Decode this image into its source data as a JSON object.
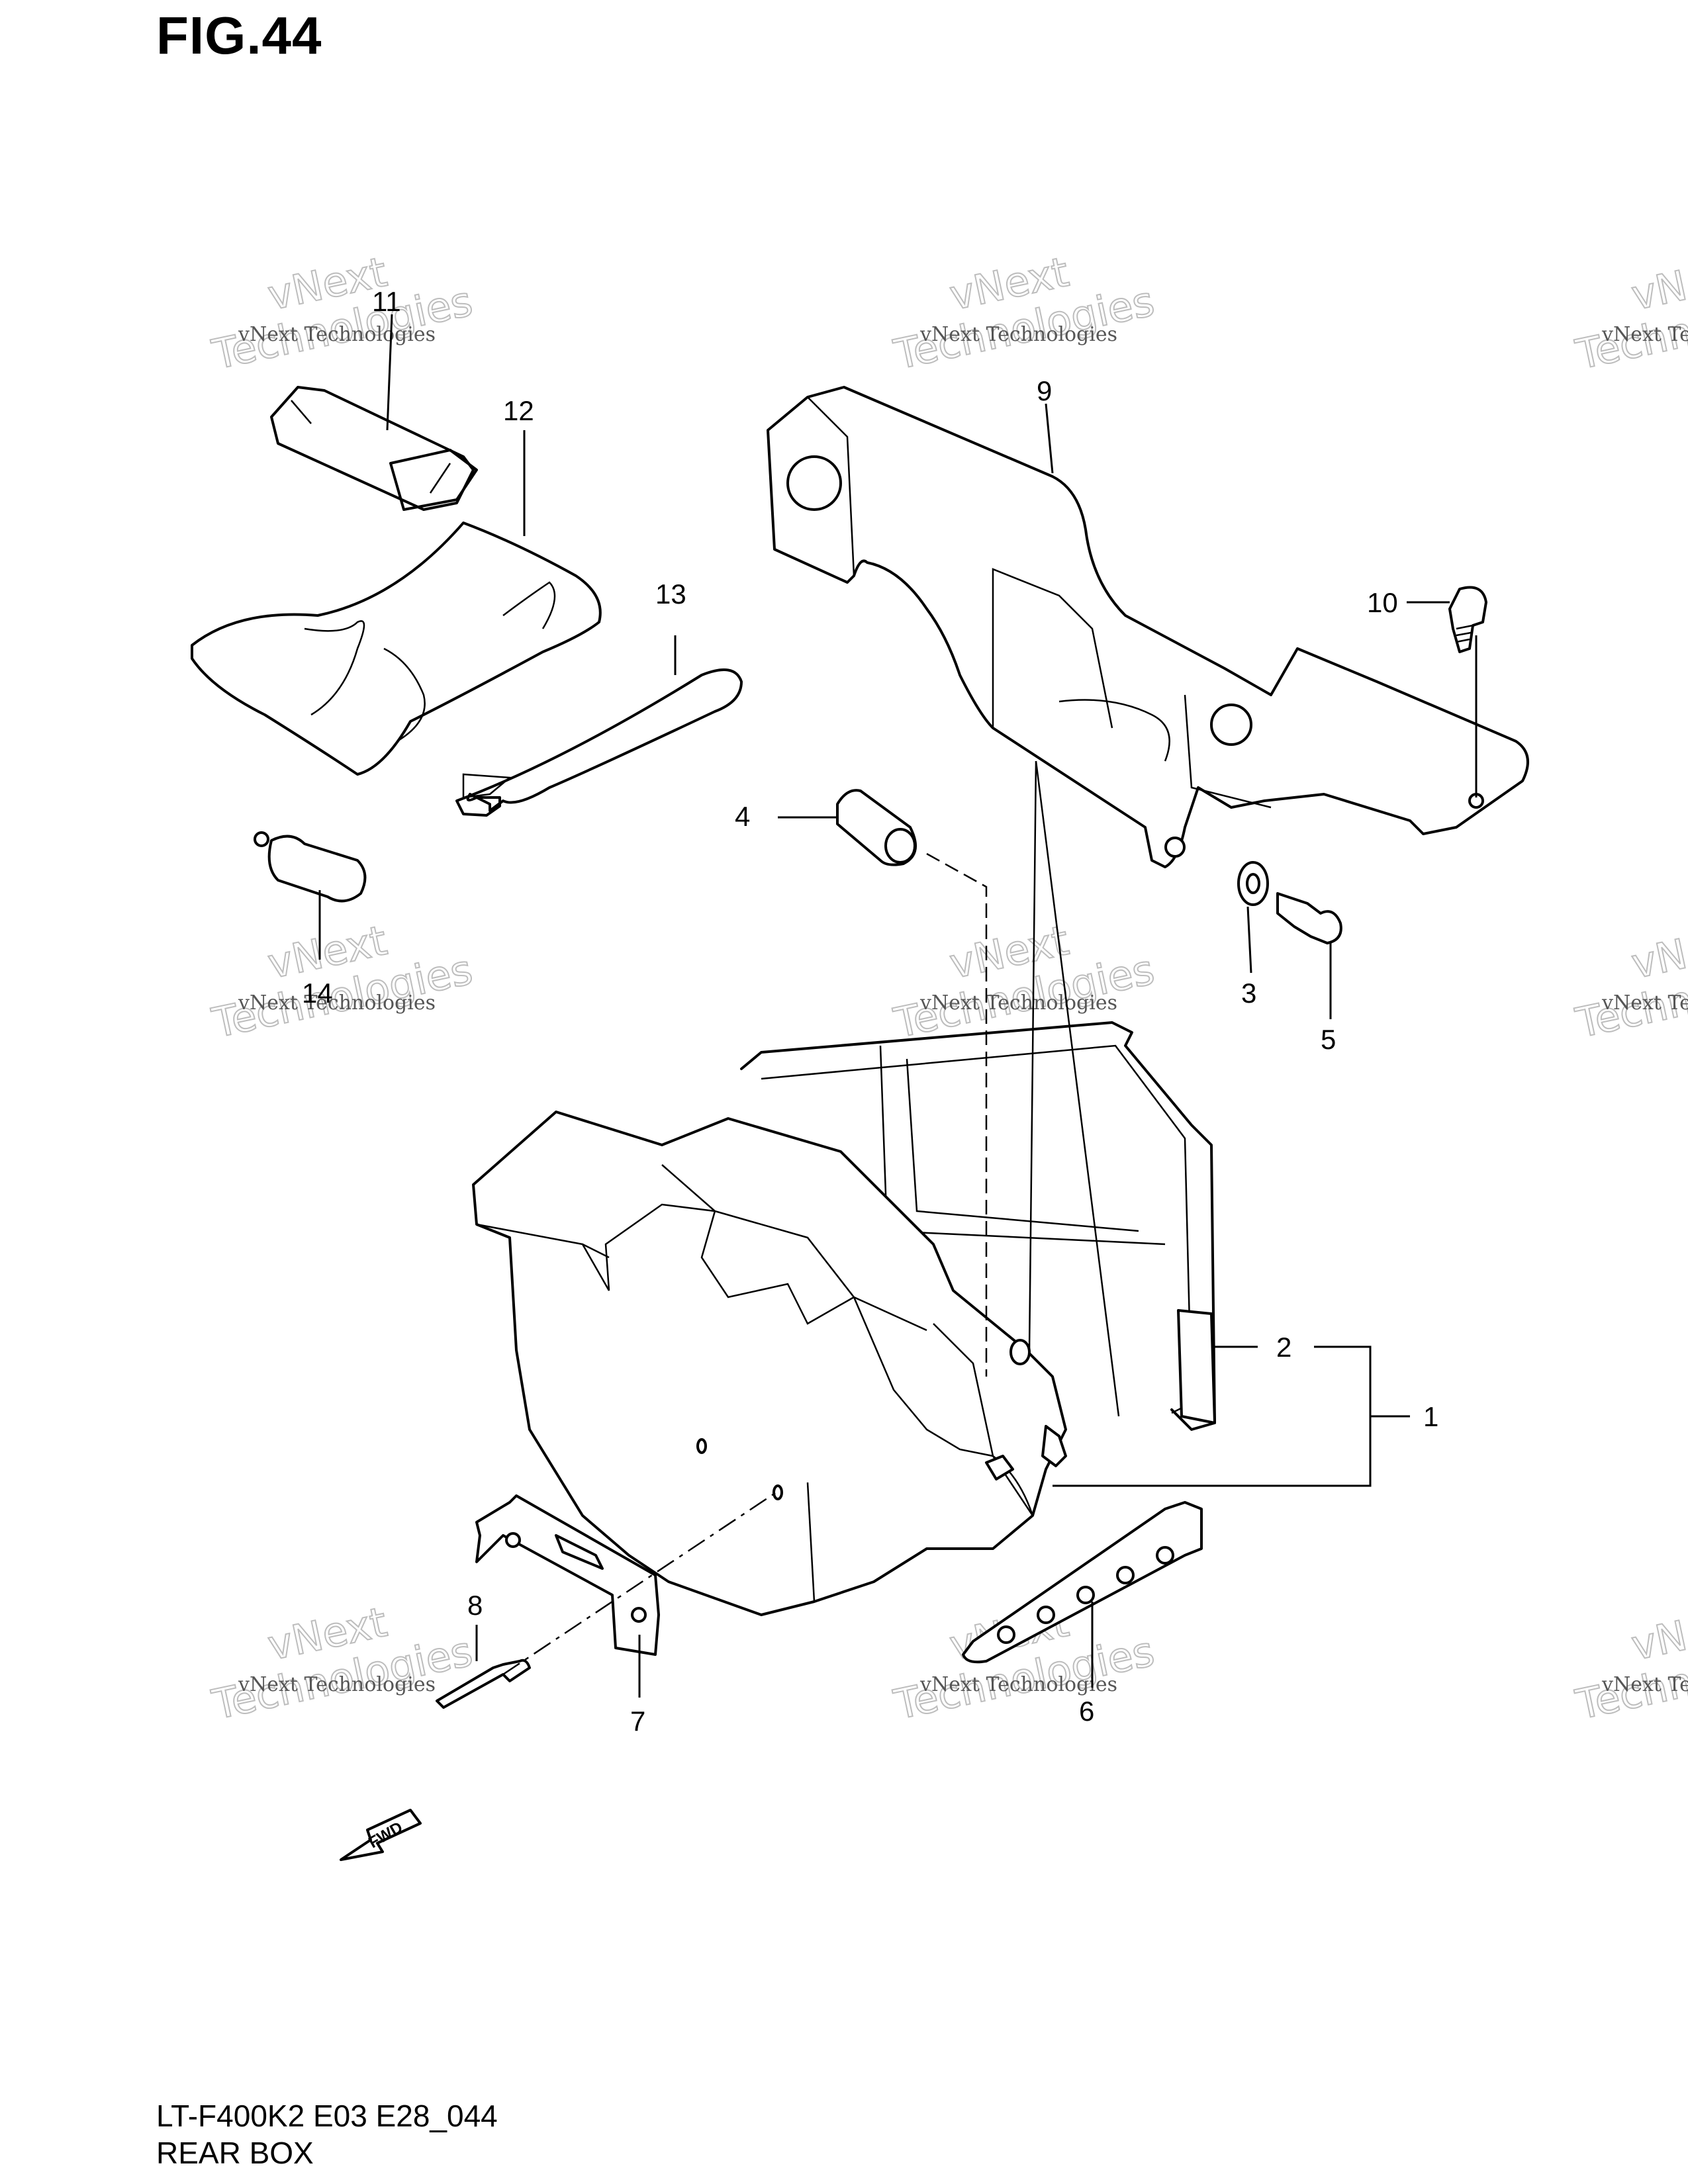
{
  "figure": {
    "title": "FIG.44",
    "model_code": "LT-F400K2 E03 E28_044",
    "section_name": "REAR BOX"
  },
  "fwd_label": "FWD",
  "watermark": {
    "line1": "vNext",
    "line2": "Technologies",
    "line3": "vNext Technologies"
  },
  "callouts": [
    {
      "id": "1",
      "label": "1"
    },
    {
      "id": "2",
      "label": "2"
    },
    {
      "id": "3",
      "label": "3"
    },
    {
      "id": "4",
      "label": "4"
    },
    {
      "id": "5",
      "label": "5"
    },
    {
      "id": "6",
      "label": "6"
    },
    {
      "id": "7",
      "label": "7"
    },
    {
      "id": "8",
      "label": "8"
    },
    {
      "id": "9",
      "label": "9"
    },
    {
      "id": "10",
      "label": "10"
    },
    {
      "id": "11",
      "label": "11"
    },
    {
      "id": "12",
      "label": "12"
    },
    {
      "id": "13",
      "label": "13"
    },
    {
      "id": "14",
      "label": "14"
    }
  ]
}
